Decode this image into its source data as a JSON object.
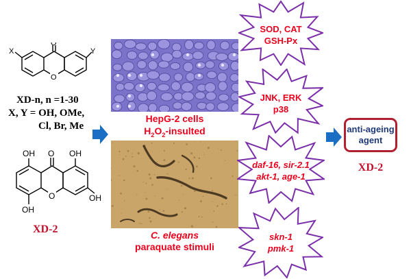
{
  "compound_series": {
    "label": "XD-n, n =1-30",
    "substituents": "X, Y = OH, OMe,",
    "substituents_2": "Cl, Br, Me",
    "struct_atoms": {
      "x": "X",
      "y": "Y",
      "carbonyl_o": "O",
      "ring_o": "O"
    }
  },
  "lead_compound": {
    "label": "XD-2",
    "struct_atoms": {
      "oh1": "OH",
      "oh2": "OH",
      "oh3": "OH",
      "oh4": "OH",
      "carbonyl_o": "O",
      "ring_o": "O"
    }
  },
  "cell_model": {
    "line1": "HepG-2 cells",
    "line2_main": "H",
    "line2_sub1": "2",
    "line2_mid": "O",
    "line2_sub2": "2",
    "line2_tail": "-insulted"
  },
  "worm_model": {
    "line1": "C. elegans",
    "line2": "paraquate stimuli"
  },
  "starbursts": [
    {
      "line1": "SOD, CAT",
      "line2": "GSH-Px"
    },
    {
      "line1": "JNK, ERK",
      "line2": "p38"
    },
    {
      "line1": "daf-16, sir-2.1",
      "line2": "akt-1, age-1"
    },
    {
      "line1": "skn-1",
      "line2": "pmk-1"
    }
  ],
  "outcome": {
    "box_line1": "anti-ageing",
    "box_line2": "agent",
    "label": "XD-2"
  },
  "colors": {
    "accent_red": "#e8001c",
    "star_stroke": "#7a2fa8",
    "arrow_blue": "#1a6fc4",
    "box_border": "#b02030",
    "box_text": "#1f3a7a"
  }
}
